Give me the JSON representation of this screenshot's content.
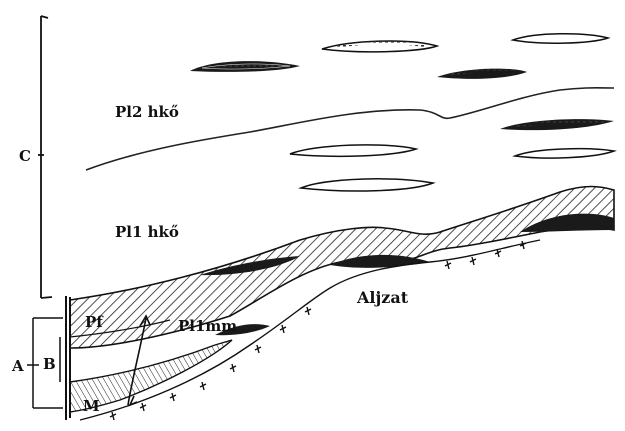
{
  "labels": {
    "C": "C",
    "A": "A",
    "B": "B",
    "M": "M",
    "Pf": "Pf",
    "Pl1mm": "Pl1mm",
    "Pl2hko": "Pl2 hkő",
    "Pl1hko": "Pl1 hkő",
    "Aljzat": "Aljzat"
  },
  "colors": {
    "ink": "#111111",
    "paper": "#ffffff",
    "hatch": "#222222",
    "dark_fill": "#1a1a1a"
  }
}
